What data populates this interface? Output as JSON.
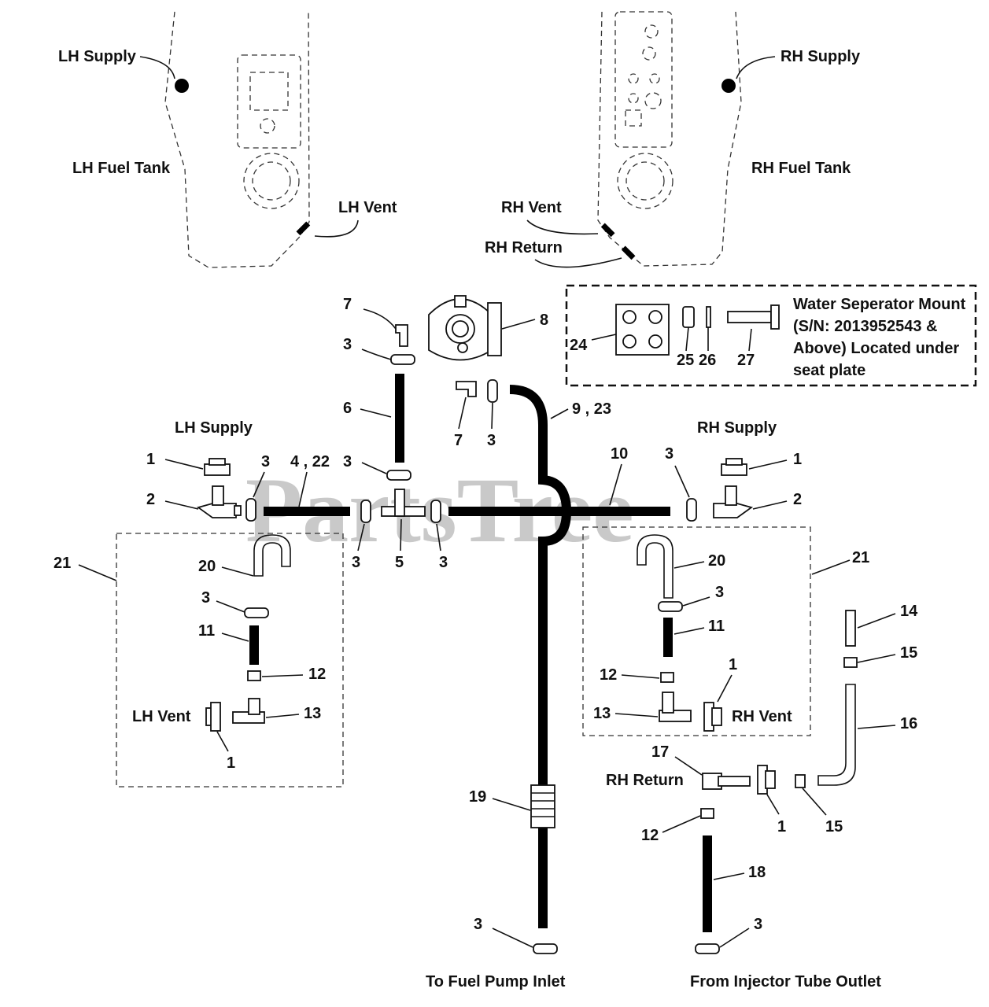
{
  "labels": {
    "lh_supply_tank": "LH Supply",
    "rh_supply_tank": "RH Supply",
    "lh_fuel_tank": "LH Fuel Tank",
    "rh_fuel_tank": "RH Fuel Tank",
    "lh_vent_tank": "LH Vent",
    "rh_vent_tank": "RH Vent",
    "rh_return_tank": "RH Return",
    "water_sep_line1": "Water Seperator Mount",
    "water_sep_line2": "(S/N: 2013952543 &",
    "water_sep_line3": "Above) Located under",
    "water_sep_line4": "seat plate",
    "lh_supply": "LH Supply",
    "rh_supply": "RH Supply",
    "lh_vent": "LH Vent",
    "rh_vent": "RH Vent",
    "rh_return": "RH Return",
    "to_fuel_pump": "To Fuel Pump Inlet",
    "from_injector": "From Injector Tube Outlet",
    "watermark": "PartsTree"
  },
  "callouts": {
    "c7a": "7",
    "c3a": "3",
    "c8": "8",
    "c24": "24",
    "c25": "25",
    "c26": "26",
    "c27": "27",
    "c6": "6",
    "c7b": "7",
    "c3b": "3",
    "c9_23": "9 , 23",
    "c1_lh": "1",
    "c2_lh": "2",
    "c3_lh": "3",
    "c4_22": "4 , 22",
    "c3_mid": "3",
    "c3_l2": "3",
    "c5": "5",
    "c3_r2": "3",
    "c10": "10",
    "c3_rh": "3",
    "c1_rh": "1",
    "c2_rh": "2",
    "c21_l": "21",
    "c20_l": "20",
    "c3_lv": "3",
    "c11_l": "11",
    "c12_l": "12",
    "c13_l": "13",
    "c1_lv": "1",
    "c21_r": "21",
    "c20_r": "20",
    "c3_rv": "3",
    "c11_r": "11",
    "c12_r": "12",
    "c13_r": "13",
    "c1_rv": "1",
    "c14": "14",
    "c15a": "15",
    "c16": "16",
    "c17": "17",
    "c15b": "15",
    "c1_ret": "1",
    "c12_ret": "12",
    "c18": "18",
    "c19": "19",
    "c3_pump": "3",
    "c3_inj": "3"
  }
}
